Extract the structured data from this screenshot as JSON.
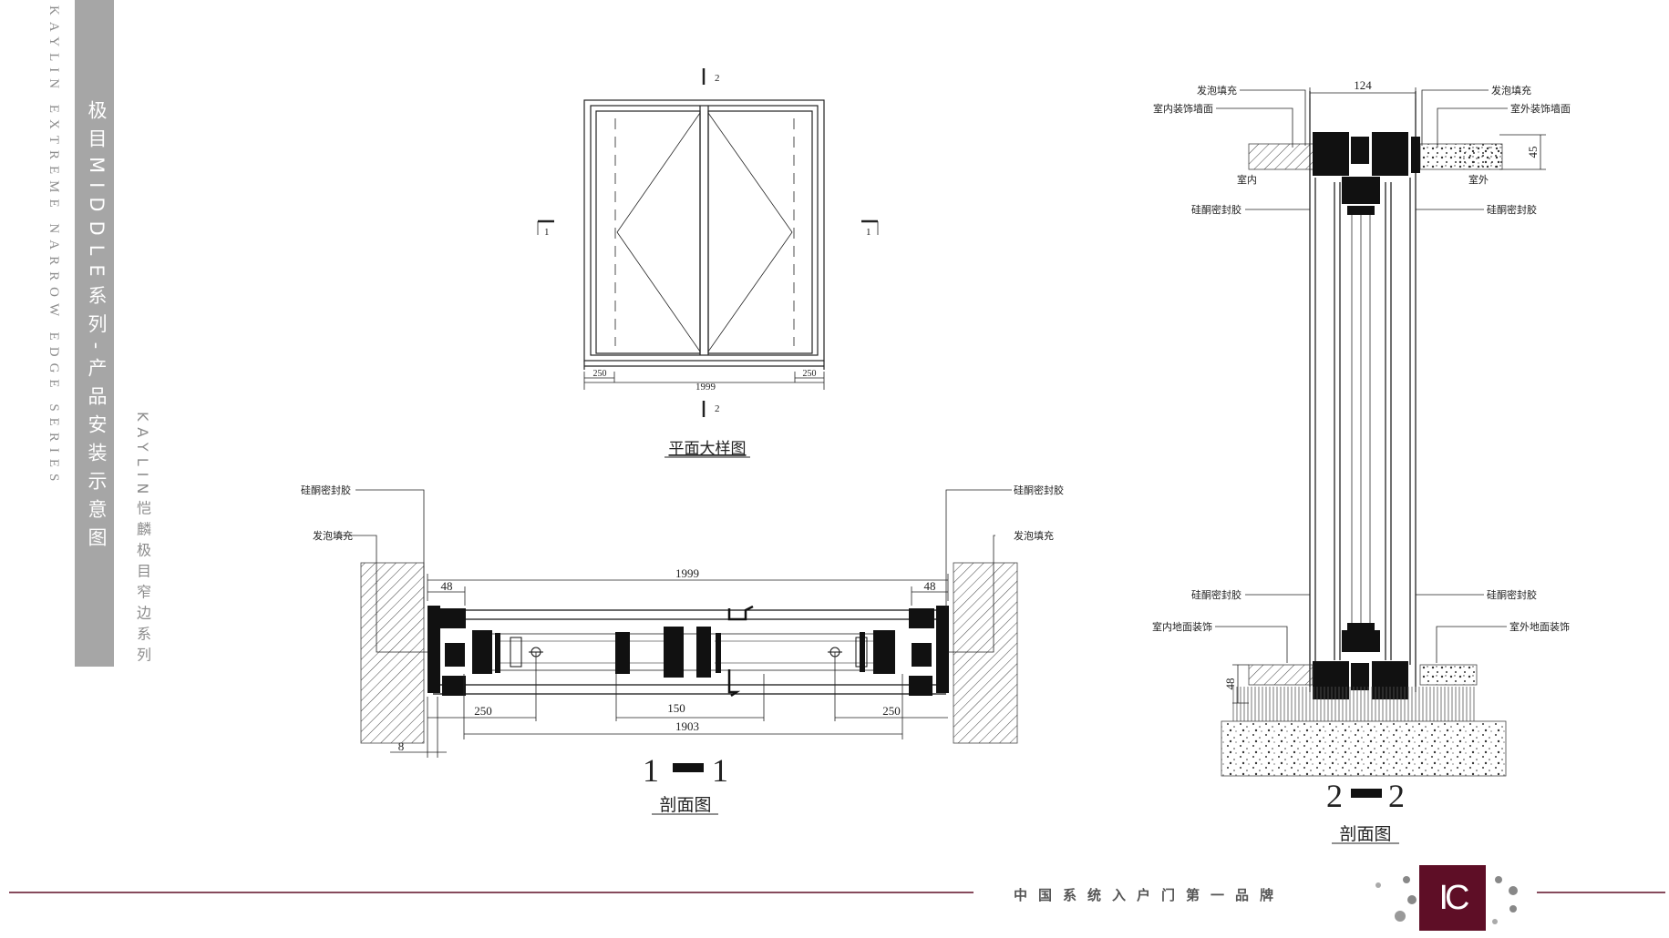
{
  "sidebar": {
    "brand_en": "KAYLIN EXTREME NARROW EDGE SERIES",
    "title": "极目MIDDLE系列-产品安装示意图",
    "subtitle": "KAYLIN恺麟极目窄边系列"
  },
  "plan": {
    "caption": "平面大样图",
    "width": "1999",
    "side_left": "250",
    "side_right": "250",
    "marker_top": "2",
    "marker_bottom": "2",
    "marker_left": "1",
    "marker_right": "1"
  },
  "section11": {
    "label_sealant_left": "硅酮密封胶",
    "label_foam_left": "发泡填充",
    "label_sealant_right": "硅酮密封胶",
    "label_foam_right": "发泡填充",
    "dim_total": "1999",
    "dim_left": "48",
    "dim_right": "48",
    "dim_250_left": "250",
    "dim_150": "150",
    "dim_250_right": "250",
    "dim_1903": "1903",
    "dim_8": "8",
    "number_left": "1",
    "number_right": "1",
    "caption": "剖面图"
  },
  "section22": {
    "label_foam_left": "发泡填充",
    "label_indoor_wall": "室内装饰墙面",
    "label_indoor": "室内",
    "label_sealant_left_top": "硅酮密封胶",
    "label_foam_right": "发泡填充",
    "label_outdoor_wall": "室外装饰墙面",
    "label_outdoor": "室外",
    "label_sealant_right_top": "硅酮密封胶",
    "label_sealant_left_bottom": "硅酮密封胶",
    "label_indoor_floor": "室内地面装饰",
    "label_sealant_right_bottom": "硅酮密封胶",
    "label_outdoor_floor": "室外地面装饰",
    "dim_124": "124",
    "dim_45": "45",
    "dim_48": "48",
    "number_left": "2",
    "number_right": "2",
    "caption": "剖面图"
  },
  "footer": {
    "slogan": "中国系统入户门第一品牌",
    "logo_text": "IC",
    "accent_color": "#5e0e26"
  }
}
